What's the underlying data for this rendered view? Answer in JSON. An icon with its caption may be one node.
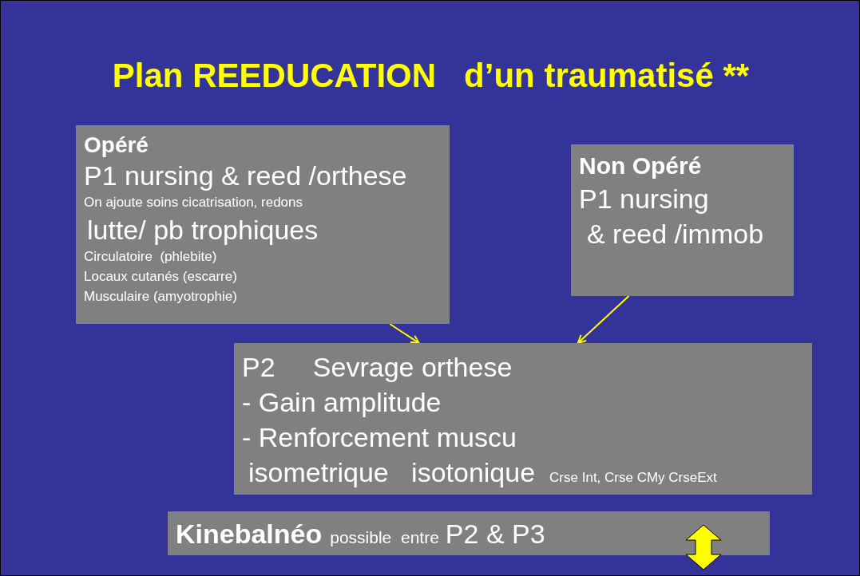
{
  "diagram": {
    "title": "Plan REEDUCATION   d’un traumatisé **",
    "nodes": [
      {
        "text": [
          "Opéré",
          "P1 nursing & reed /orthese",
          "On ajoute soins cicatrisation, redons",
          "lutte/ pb trophiques",
          "Circulatoire  (phlebite)",
          "Locaux cutanés (escarre)",
          "Musculaire (amyotrophie)"
        ]
      },
      {
        "text": [
          "Non Opéré",
          "P1 nursing",
          "& reed /immob"
        ]
      },
      {
        "text": [
          "P2     Sevrage orthese",
          "- Gain amplitude",
          "- Renforcement muscu",
          "isometrique   isotonique",
          "Crse Int, Crse CMy CrseExt"
        ]
      },
      {
        "text": [
          "Kinebalnéo",
          "possible  entre",
          "P2 & P3"
        ]
      }
    ],
    "edges": [
      {
        "from": 0,
        "to": 2,
        "arrow": "to",
        "color": "#ffff00"
      },
      {
        "from": 1,
        "to": 2,
        "arrow": "to",
        "color": "#ffff00"
      }
    ]
  }
}
